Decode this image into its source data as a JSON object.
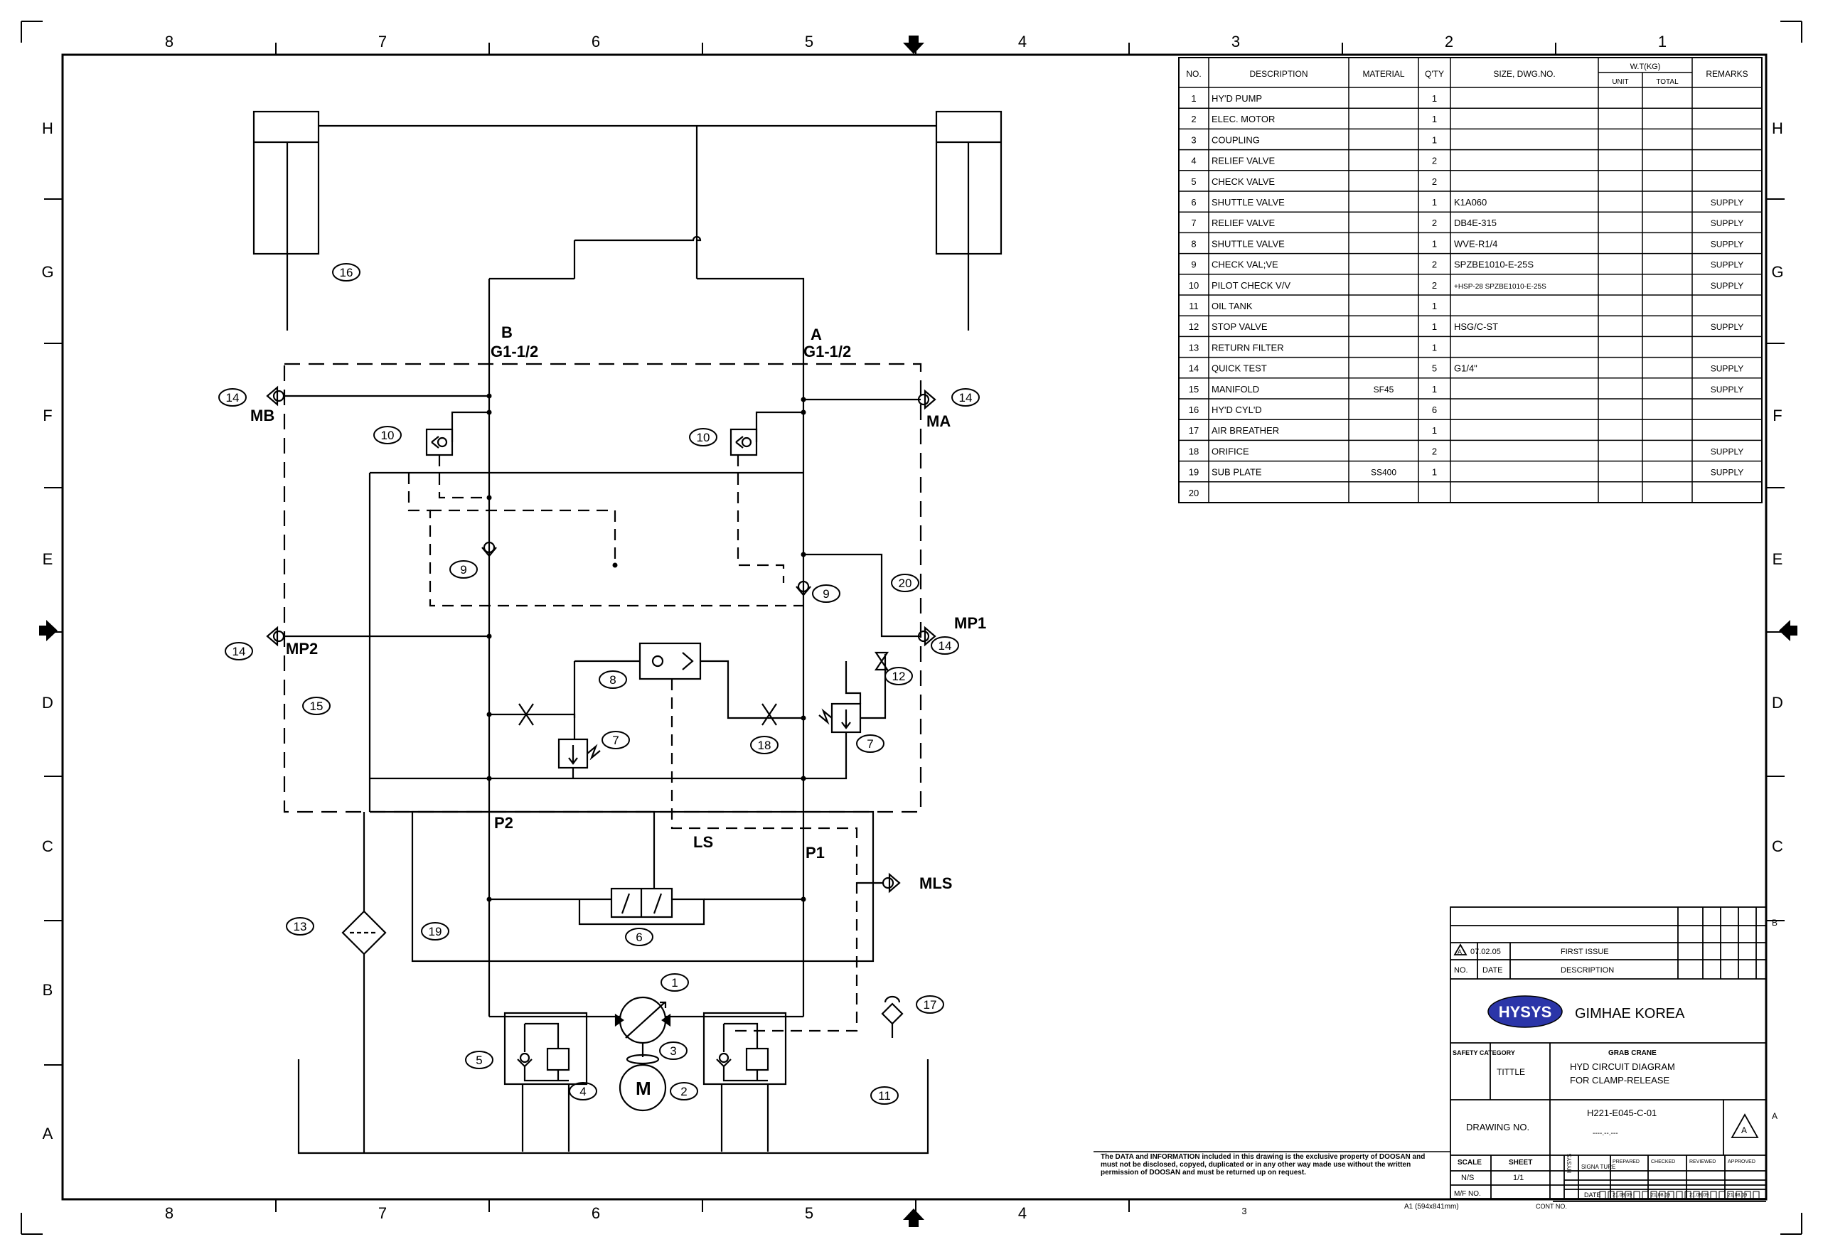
{
  "frame": {
    "top_cols": [
      "8",
      "7",
      "6",
      "5",
      "4",
      "3",
      "2",
      "1"
    ],
    "bottom_cols": [
      "8",
      "7",
      "6",
      "5",
      "4",
      "3"
    ],
    "rows": [
      "H",
      "G",
      "F",
      "E",
      "D",
      "C",
      "B",
      "A"
    ],
    "right_rows_extra": [
      "B",
      "A"
    ]
  },
  "ports": {
    "b": "B",
    "b_size": "G1-1/2",
    "a": "A",
    "a_size": "G1-1/2",
    "mb": "MB",
    "ma": "MA",
    "mp1": "MP1",
    "mp2": "MP2",
    "p1": "P1",
    "p2": "P2",
    "ls": "LS",
    "mls": "MLS",
    "motor": "M"
  },
  "balloons": {
    "b1": "1",
    "b2": "2",
    "b3": "3",
    "b4": "4",
    "b5": "5",
    "b6": "6",
    "b7a": "7",
    "b7b": "7",
    "b8": "8",
    "b9a": "9",
    "b9b": "9",
    "b10a": "10",
    "b10b": "10",
    "b11": "11",
    "b12": "12",
    "b13": "13",
    "b14a": "14",
    "b14b": "14",
    "b14c": "14",
    "b14d": "14",
    "b15": "15",
    "b16": "16",
    "b17": "17",
    "b18": "18",
    "b19": "19",
    "b20": "20"
  },
  "bom": {
    "headers": {
      "no": "NO.",
      "description": "DESCRIPTION",
      "material": "MATERIAL",
      "qty": "Q'TY",
      "size": "SIZE,  DWG.NO.",
      "wt": "W.T(KG)",
      "unit": "UNIT",
      "total": "TOTAL",
      "remarks": "REMARKS"
    },
    "rows": [
      {
        "no": "1",
        "desc": "HY'D PUMP",
        "mat": "",
        "qty": "1",
        "size": "",
        "rem": ""
      },
      {
        "no": "2",
        "desc": "ELEC. MOTOR",
        "mat": "",
        "qty": "1",
        "size": "",
        "rem": ""
      },
      {
        "no": "3",
        "desc": "COUPLING",
        "mat": "",
        "qty": "1",
        "size": "",
        "rem": ""
      },
      {
        "no": "4",
        "desc": "RELIEF VALVE",
        "mat": "",
        "qty": "2",
        "size": "",
        "rem": ""
      },
      {
        "no": "5",
        "desc": "CHECK VALVE",
        "mat": "",
        "qty": "2",
        "size": "",
        "rem": ""
      },
      {
        "no": "6",
        "desc": "SHUTTLE VALVE",
        "mat": "",
        "qty": "1",
        "size": "K1A060",
        "rem": "SUPPLY"
      },
      {
        "no": "7",
        "desc": "RELIEF VALVE",
        "mat": "",
        "qty": "2",
        "size": "DB4E-315",
        "rem": "SUPPLY"
      },
      {
        "no": "8",
        "desc": "SHUTTLE VALVE",
        "mat": "",
        "qty": "1",
        "size": "WVE-R1/4",
        "rem": "SUPPLY"
      },
      {
        "no": "9",
        "desc": "CHECK VAL;VE",
        "mat": "",
        "qty": "2",
        "size": "SPZBE1010-E-25S",
        "rem": "SUPPLY"
      },
      {
        "no": "10",
        "desc": "PILOT CHECK V/V",
        "mat": "",
        "qty": "2",
        "size": "+HSP-28 SPZBE1010-E-25S",
        "rem": "SUPPLY"
      },
      {
        "no": "11",
        "desc": "OIL TANK",
        "mat": "",
        "qty": "1",
        "size": "",
        "rem": ""
      },
      {
        "no": "12",
        "desc": "STOP VALVE",
        "mat": "",
        "qty": "1",
        "size": "HSG/C-ST",
        "rem": "SUPPLY"
      },
      {
        "no": "13",
        "desc": "RETURN FILTER",
        "mat": "",
        "qty": "1",
        "size": "",
        "rem": ""
      },
      {
        "no": "14",
        "desc": "QUICK TEST",
        "mat": "",
        "qty": "5",
        "size": "G1/4\"",
        "rem": "SUPPLY"
      },
      {
        "no": "15",
        "desc": "MANIFOLD",
        "mat": "SF45",
        "qty": "1",
        "size": "",
        "rem": "SUPPLY"
      },
      {
        "no": "16",
        "desc": "HY'D CYL'D",
        "mat": "",
        "qty": "6",
        "size": "",
        "rem": ""
      },
      {
        "no": "17",
        "desc": "AIR BREATHER",
        "mat": "",
        "qty": "1",
        "size": "",
        "rem": ""
      },
      {
        "no": "18",
        "desc": "ORIFICE",
        "mat": "",
        "qty": "2",
        "size": "",
        "rem": "SUPPLY"
      },
      {
        "no": "19",
        "desc": "SUB PLATE",
        "mat": "SS400",
        "qty": "1",
        "size": "",
        "rem": "SUPPLY"
      },
      {
        "no": "20",
        "desc": "",
        "mat": "",
        "qty": "",
        "size": "",
        "rem": ""
      }
    ]
  },
  "title_block": {
    "rev_mark": "A",
    "rev_date": "07.02.05",
    "rev_desc": "FIRST ISSUE",
    "hdr_no": "NO.",
    "hdr_date": "DATE",
    "hdr_desc": "DESCRIPTION",
    "logo": "HYSYS",
    "company": "GIMHAE  KOREA",
    "safety_category": "SAFETY CATEGORY",
    "title_label": "TITTLE",
    "title_line1": "GRAB CRANE",
    "title_line2": "HYD CIRCUIT DIAGRAM",
    "title_line3": "FOR CLAMP-RELEASE",
    "drawing_no_label": "DRAWING NO.",
    "drawing_no": "H221-E045-C-01",
    "drawing_sub": "----.--.---",
    "rev_box": "A",
    "scale_label": "SCALE",
    "sheet_label": "SHEET",
    "scale": "N/S",
    "sheet": "1/1",
    "mf_label": "M/F NO.",
    "hysys_vert": "HYSYS",
    "signature": "SIGNA TURE",
    "date_label": "DATE",
    "prepared": "PREPARED",
    "checked": "CHECKED",
    "reviewed": "REVIEWED",
    "approved": "APPROVED",
    "d1": "21.08.09",
    "d2": "21.08.09",
    "d3": "21.08.09",
    "d4": "21.08.09",
    "cont_no": "CONT NO.",
    "paper": "A1 (594x841mm)",
    "notice": "The DATA and INFORMATION included in this drawing is the exclusive property of DOOSAN and must not be disclosed, copyed, duplicated or in any other way made use without the written permission of DOOSAN and must be returned up on request."
  }
}
